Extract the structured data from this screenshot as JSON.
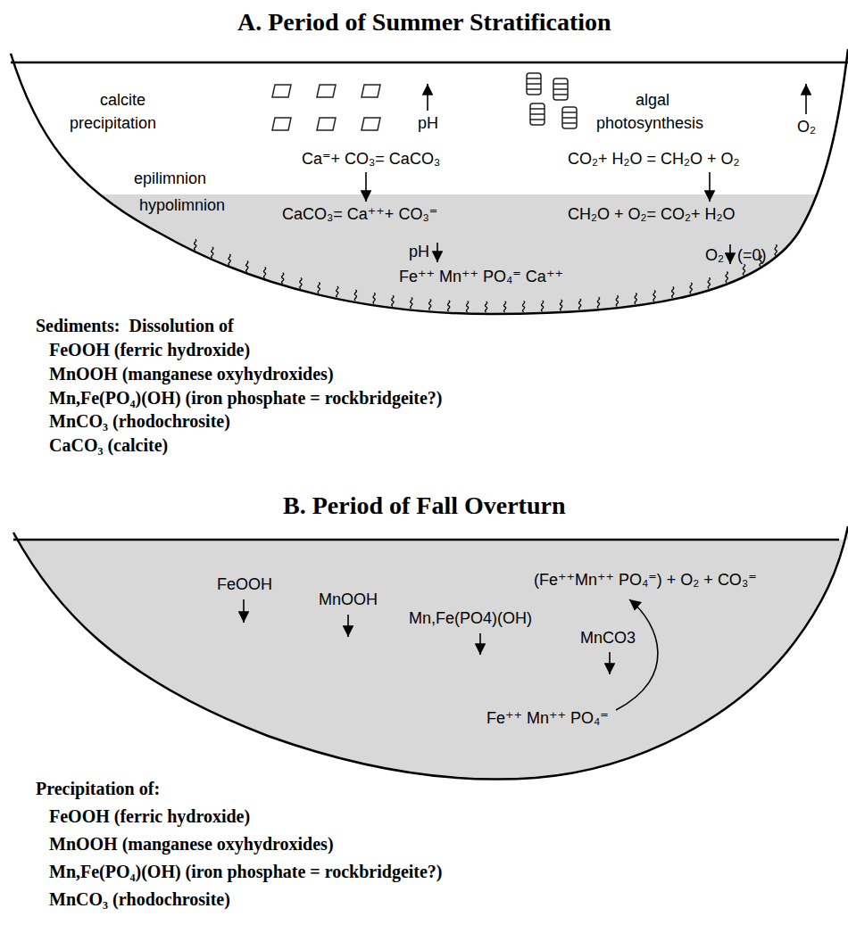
{
  "diagram": {
    "labels": [
      "A. Period of Summer Stratification",
      "calcite",
      "precipitation",
      "pH",
      "algal",
      "photosynthesis",
      "O₂",
      "Ca⁼+ CO₃= CaCO₃",
      "CO₂+ H₂O = CH₂O + O₂",
      "epilimnion",
      "hypolimnion",
      "CaCO₃= Ca⁺⁺+ CO₃⁼",
      "CH₂O + O₂= CO₂+ H₂O",
      "pH",
      "O₂",
      "(=0)",
      "Fe⁺⁺ Mn⁺⁺ PO₄⁼ Ca⁺⁺",
      "Sediments:  Dissolution of",
      "FeOOH (ferric hydroxide)",
      "MnOOH (manganese oxyhydroxides)",
      "Mn,Fe(PO₄)(OH) (iron phosphate = rockbridgeite?)",
      "MnCO₃ (rhodochrosite)",
      "CaCO₃ (calcite)",
      "B. Period of Fall Overturn",
      "FeOOH",
      "MnOOH",
      "Mn,Fe(PO4)(OH)",
      "MnCO3",
      "(Fe⁺⁺Mn⁺⁺ PO₄⁼) + O₂ + CO₃⁼",
      "Fe⁺⁺ Mn⁺⁺ PO₄⁼",
      "Precipitation of:",
      "FeOOH (ferric hydroxide)",
      "MnOOH (manganese oxyhydroxides)",
      "Mn,Fe(PO₄)(OH) (iron phosphate = rockbridgeite?)",
      "MnCO₃ (rhodochrosite)"
    ]
  }
}
